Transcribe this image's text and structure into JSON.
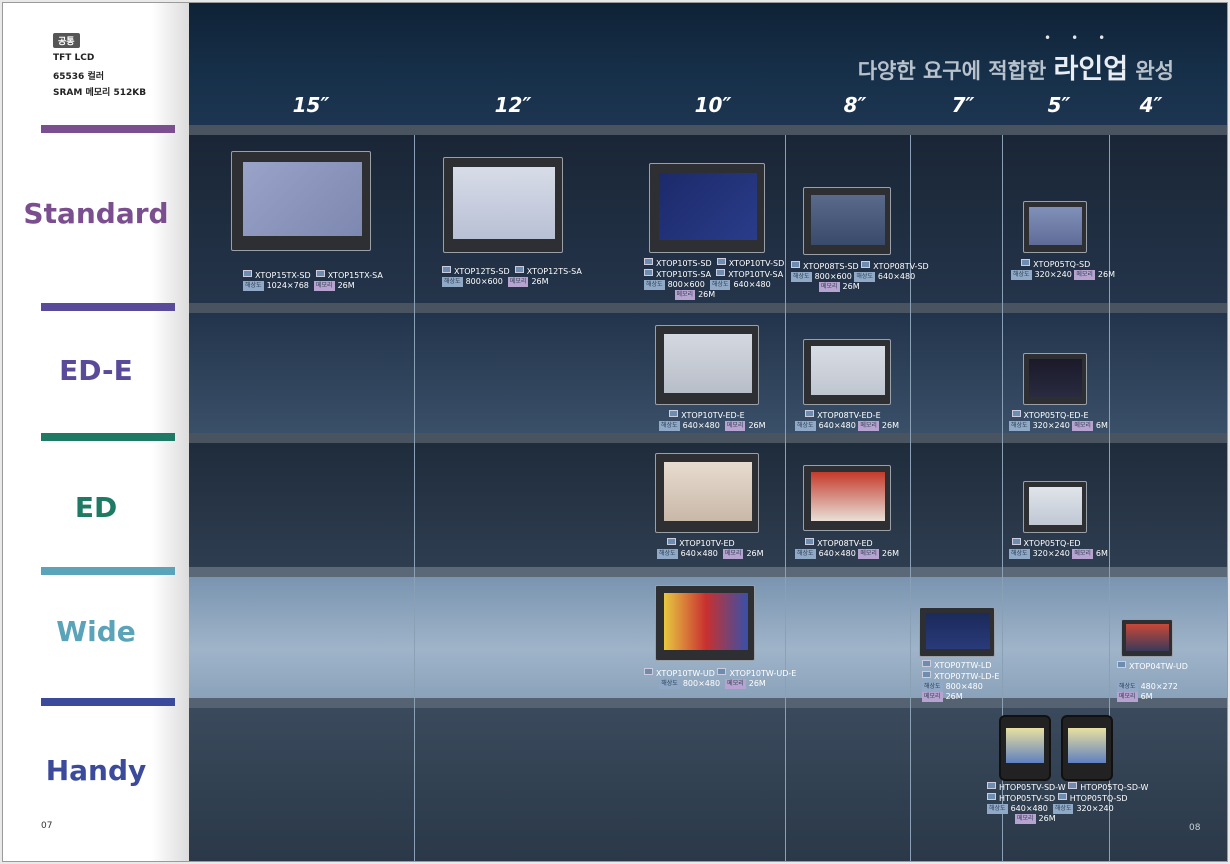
{
  "left": {
    "badge": "공통",
    "spec_lines": [
      "TFT LCD",
      "65536 컬러",
      "SRAM 메모리 512KB"
    ],
    "categories": [
      {
        "label": "Standard",
        "color": "#7a4e8f"
      },
      {
        "label": "ED-E",
        "color": "#5a4a9a"
      },
      {
        "label": "ED",
        "color": "#1e7a64"
      },
      {
        "label": "Wide",
        "color": "#5aa3b8"
      },
      {
        "label": "Handy",
        "color": "#3b4a9a"
      }
    ],
    "page_left": "07"
  },
  "header": {
    "title_pre": "다양한 요구에 적합한",
    "title_big": "라인업",
    "title_post": "완성",
    "sizes": [
      "15″",
      "12″",
      "10″",
      "8″",
      "7″",
      "5″",
      "4″"
    ]
  },
  "page_right": "08",
  "tags": {
    "model": "",
    "res": "해상도",
    "mem": "메모리"
  },
  "models": {
    "std15": {
      "a": "XTOP15TX-SD",
      "b": "XTOP15TX-SA",
      "res": "1024×768",
      "mem": "26M"
    },
    "std12": {
      "a": "XTOP12TS-SD",
      "b": "XTOP12TS-SA",
      "res": "800×600",
      "mem": "26M"
    },
    "std10": {
      "a": "XTOP10TS-SD",
      "a2": "XTOP10TS-SA",
      "b": "XTOP10TV-SD",
      "b2": "XTOP10TV-SA",
      "res_a": "800×600",
      "res_b": "640×480",
      "mem": "26M"
    },
    "std8": {
      "a": "XTOP08TS-SD",
      "b": "XTOP08TV-SD",
      "res_a": "800×600",
      "res_b": "640×480",
      "mem": "26M"
    },
    "std5": {
      "a": "XTOP05TQ-SD",
      "res": "320×240",
      "mem": "26M"
    },
    "ede10": {
      "a": "XTOP10TV-ED-E",
      "res": "640×480",
      "mem": "26M"
    },
    "ede8": {
      "a": "XTOP08TV-ED-E",
      "res": "640×480",
      "mem": "26M"
    },
    "ede5": {
      "a": "XTOP05TQ-ED-E",
      "res": "320×240",
      "mem": "6M"
    },
    "ed10": {
      "a": "XTOP10TV-ED",
      "res": "640×480",
      "mem": "26M"
    },
    "ed8": {
      "a": "XTOP08TV-ED",
      "res": "640×480",
      "mem": "26M"
    },
    "ed5": {
      "a": "XTOP05TQ-ED",
      "res": "320×240",
      "mem": "6M"
    },
    "wide10": {
      "a": "XTOP10TW-UD",
      "b": "XTOP10TW-UD-E",
      "res": "800×480",
      "mem": "26M"
    },
    "wide7": {
      "a": "XTOP07TW-LD",
      "a2": "XTOP07TW-LD-E",
      "res": "800×480",
      "mem": "26M"
    },
    "wide4": {
      "a": "XTOP04TW-UD",
      "res": "480×272",
      "mem": "6M"
    },
    "handy5": {
      "a": "HTOP05TV-SD-W",
      "a2": "HTOP05TV-SD",
      "b": "HTOP05TQ-SD-W",
      "b2": "HTOP05TQ-SD",
      "res_a": "640×480",
      "res_b": "320×240",
      "mem": "26M"
    }
  }
}
